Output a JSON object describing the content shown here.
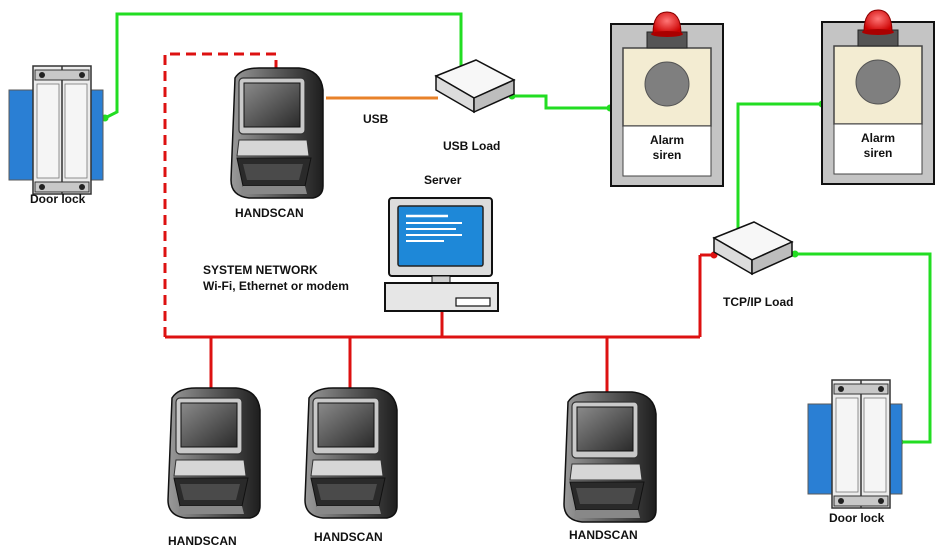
{
  "labels": {
    "door_lock_left": "Door lock",
    "door_lock_right": "Door lock",
    "handscan_top": "HANDSCAN",
    "usb": "USB",
    "usb_load": "USB Load",
    "server": "Server",
    "network_line1": "SYSTEM NETWORK",
    "network_line2": "Wi-Fi, Ethernet or modem",
    "alarm1_line1": "Alarm",
    "alarm1_line2": "siren",
    "alarm2_line1": "Alarm",
    "alarm2_line2": "siren",
    "tcpip_load": "TCP/IP Load",
    "handscan_1": "HANDSCAN",
    "handscan_2": "HANDSCAN",
    "handscan_3": "HANDSCAN"
  },
  "colors": {
    "control_wire": "#22dd22",
    "network": "#dd1111",
    "usb_cable": "#e8822a",
    "lock_background": "#2a7fd4",
    "siren_beacon": "#ee1111",
    "screen": "#1e88d8"
  }
}
